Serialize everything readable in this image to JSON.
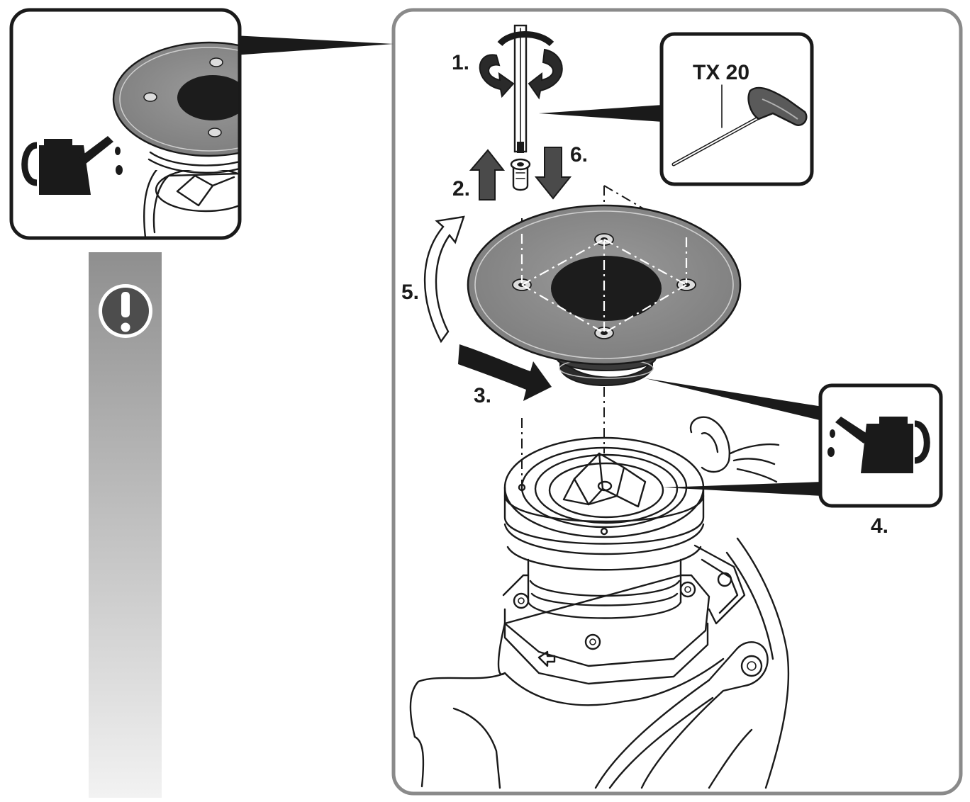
{
  "steps": {
    "step1": "1.",
    "step2": "2.",
    "step3": "3.",
    "step4": "4.",
    "step5": "5.",
    "step6": "6."
  },
  "tool": {
    "label": "TX 20"
  },
  "icons": {
    "warning": "exclamation-circle-icon",
    "oil_can": "oil-can-icon",
    "rotate": "rotate-arrows-icon",
    "tool": "t-handle-torx-key-icon"
  },
  "colors": {
    "outline": "#1a1a1a",
    "frame": "#8a8a8a",
    "plate": "#8c8c8c",
    "bar_top": "#8f8f8f",
    "bar_bottom": "#f2f2f2"
  }
}
